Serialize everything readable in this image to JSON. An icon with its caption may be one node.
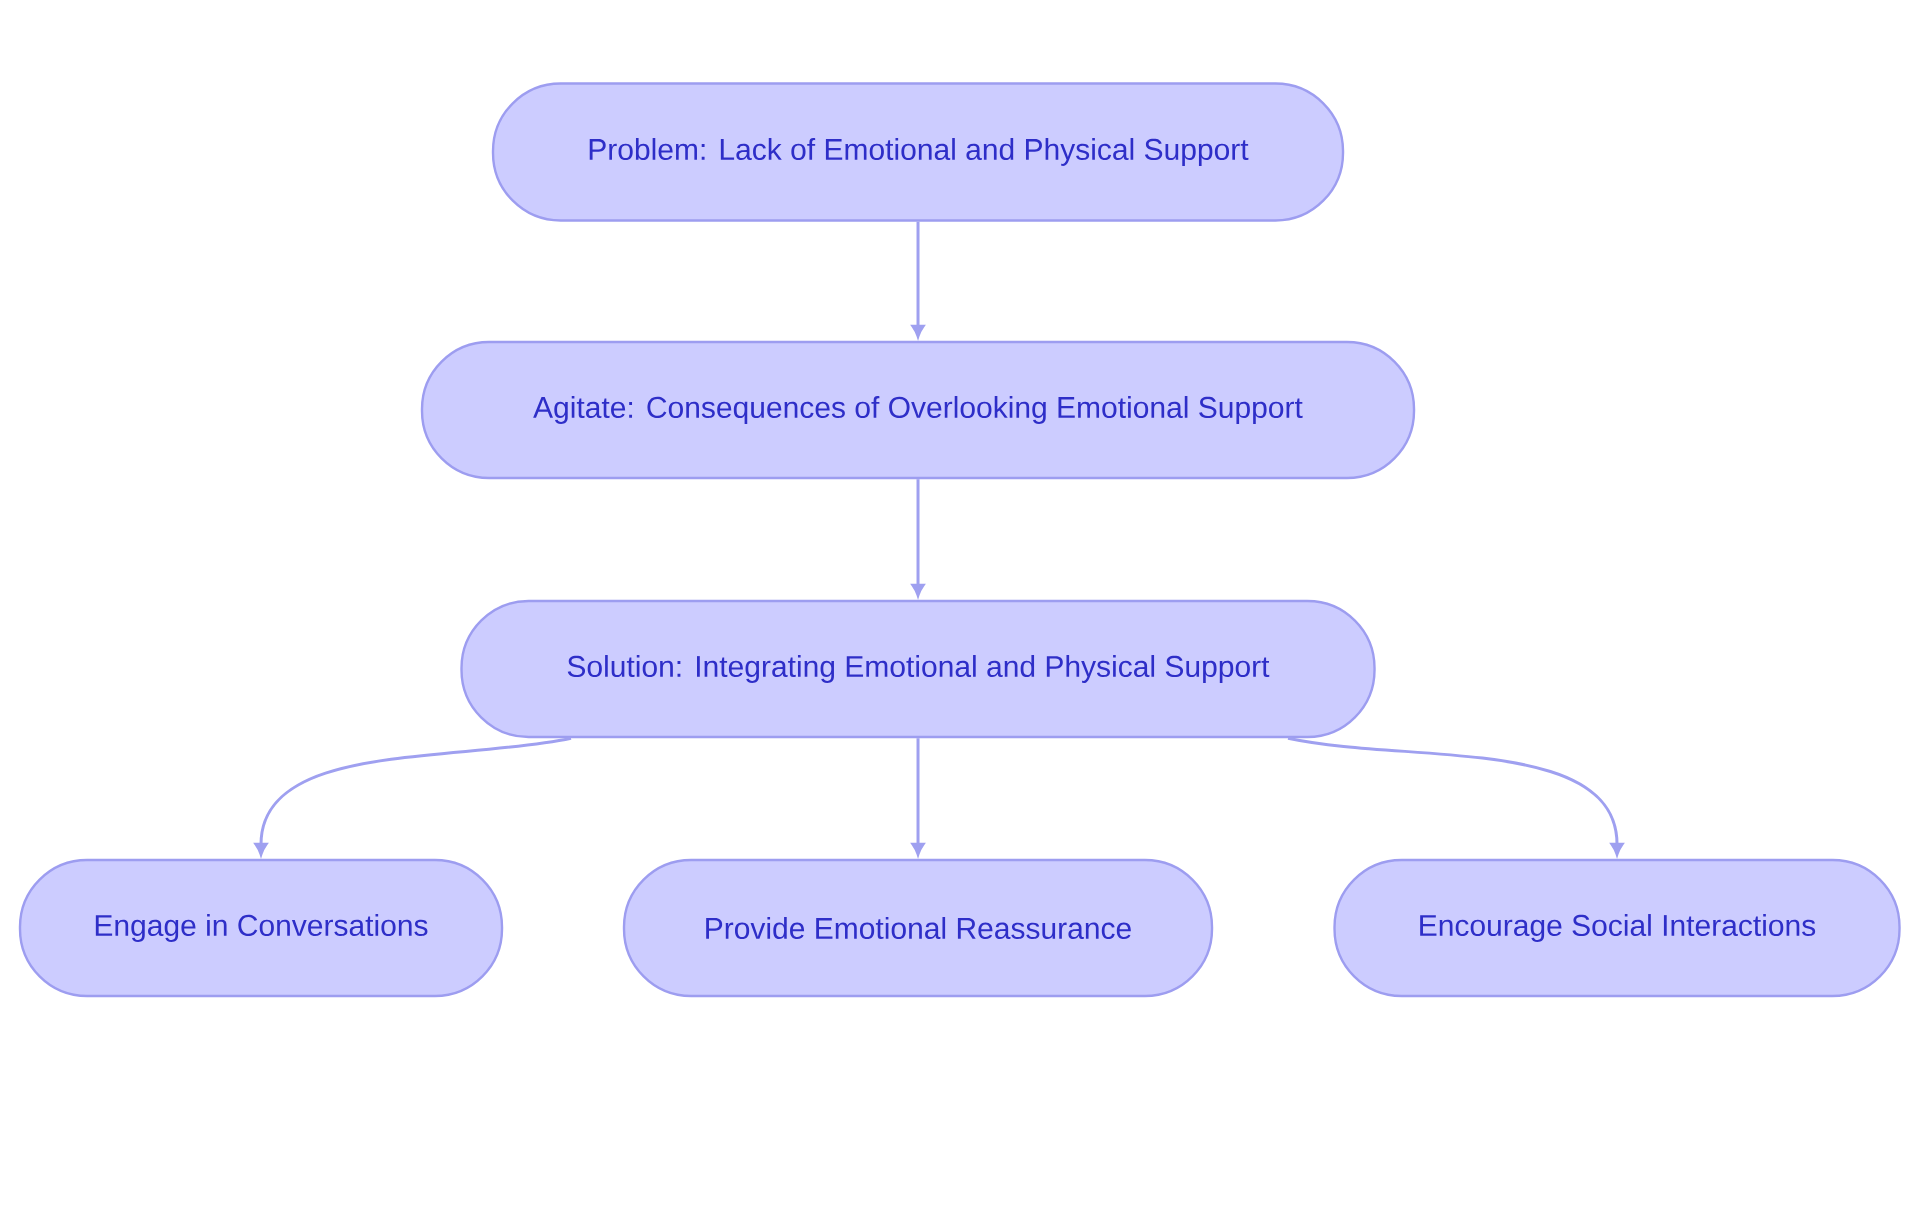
{
  "diagram": {
    "nodes": [
      {
        "text": [
          "Problem: Lack of Emotional and Physical Support"
        ]
      },
      {
        "text": [
          "Agitate: Consequences of Overlooking Emotional Support"
        ]
      },
      {
        "text": [
          "Solution: Integrating Emotional and Physical Support"
        ]
      },
      {
        "text": [
          "Engage in Conversations"
        ]
      },
      {
        "text": [
          "Provide Emotional Reassurance"
        ]
      },
      {
        "text": [
          "Encourage Social Interactions"
        ]
      }
    ],
    "edges": [
      {
        "from": 0,
        "to": 1,
        "arrow": "to"
      },
      {
        "from": 1,
        "to": 2,
        "arrow": "to"
      },
      {
        "from": 2,
        "to": 3,
        "arrow": "to"
      },
      {
        "from": 2,
        "to": 4,
        "arrow": "to"
      },
      {
        "from": 2,
        "to": 5,
        "arrow": "to"
      }
    ]
  }
}
